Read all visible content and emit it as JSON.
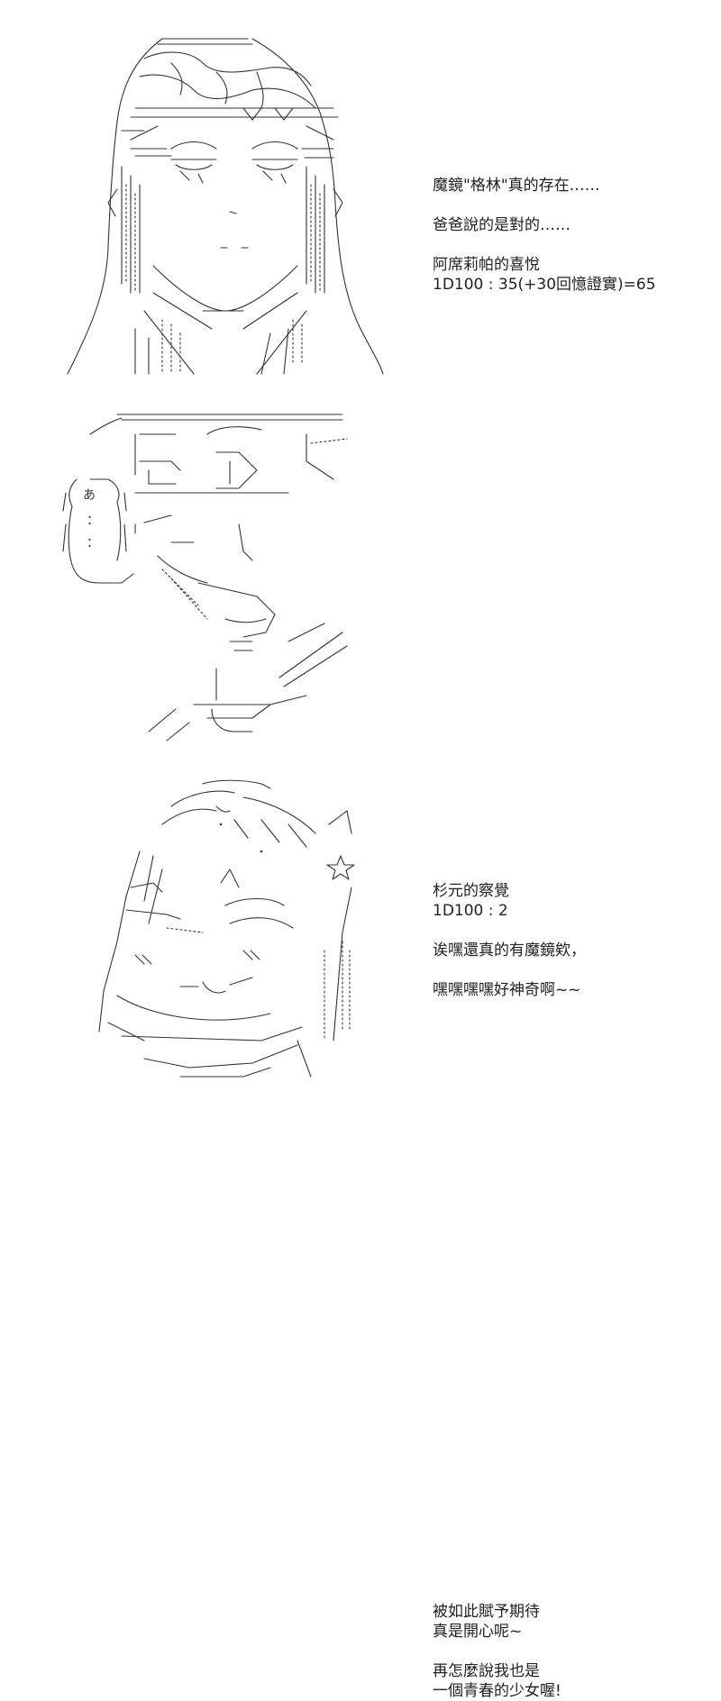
{
  "panels": [
    {
      "caption_groups": [
        [
          "魔鏡\"格林\"真的存在……"
        ],
        [
          "爸爸說的是對的……"
        ],
        [
          "阿席莉帕的喜悅",
          "1D100 : 35(+30回憶證實)=65"
        ]
      ]
    },
    {
      "bubble_text": [
        "あ",
        "：",
        "："
      ],
      "caption_groups": [
        [
          "杉元的察覺",
          "1D100 : 2"
        ],
        [
          "诶嘿還真的有魔鏡欸，"
        ],
        [
          "嘿嘿嘿嘿好神奇啊~~"
        ]
      ]
    },
    {
      "caption_groups": [
        [
          "被如此賦予期待",
          "真是開心呢~"
        ],
        [
          "再怎麼說我也是",
          "一個青春的少女喔!"
        ]
      ]
    }
  ]
}
